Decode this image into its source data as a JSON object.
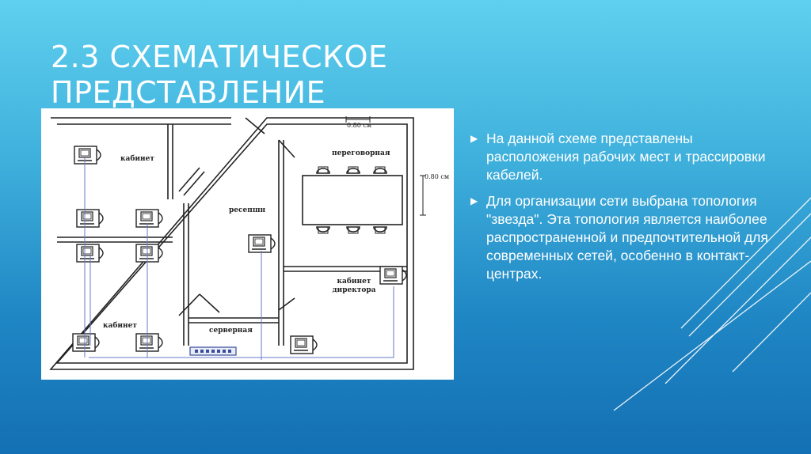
{
  "slide": {
    "title": "2.3 СХЕМАТИЧЕСКОЕ ПРЕДСТАВЛЕНИЕ",
    "bullets": [
      "На данной схеме представлены расположения рабочих мест и трассировки кабелей.",
      "Для организации сети выбрана топология \"звезда\". Эта топология является наиболее распространенной и предпочтительной для современных сетей, особенно в контакт-центрах."
    ],
    "bullet_marker": "▶"
  },
  "plan": {
    "labels": {
      "office_top": "кабинет",
      "meeting": "переговорная",
      "reception": "ресепшн",
      "director": "кабинет директора",
      "office_bottom": "кабинет",
      "server": "серверная"
    },
    "dimensions": {
      "top": "0.80 см",
      "right": "0.80 см"
    }
  }
}
